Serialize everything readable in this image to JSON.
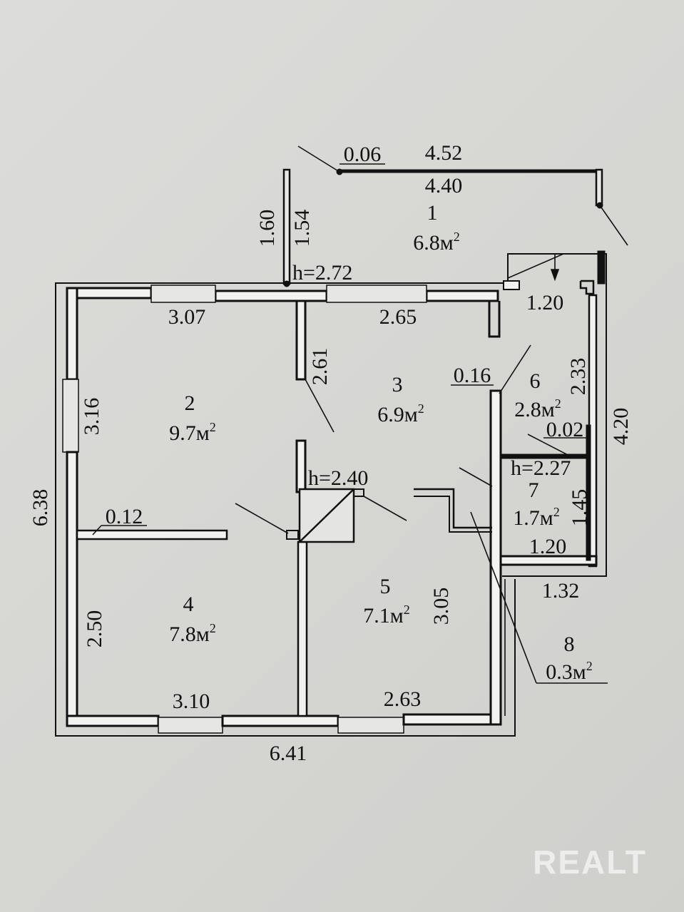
{
  "plan": {
    "rooms": [
      {
        "number": "1",
        "area": "6.8",
        "unit": "м",
        "exp": "2"
      },
      {
        "number": "2",
        "area": "9.7",
        "unit": "м",
        "exp": "2"
      },
      {
        "number": "3",
        "area": "6.9",
        "unit": "м",
        "exp": "2"
      },
      {
        "number": "4",
        "area": "7.8",
        "unit": "м",
        "exp": "2"
      },
      {
        "number": "5",
        "area": "7.1",
        "unit": "м",
        "exp": "2"
      },
      {
        "number": "6",
        "area": "2.8",
        "unit": "м",
        "exp": "2"
      },
      {
        "number": "7",
        "area": "1.7",
        "unit": "м",
        "exp": "2"
      },
      {
        "number": "8",
        "area": "0.3",
        "unit": "м",
        "exp": "2"
      }
    ],
    "dimensions": {
      "d_0_06": "0.06",
      "d_4_52": "4.52",
      "d_4_40": "4.40",
      "d_1_60": "1.60",
      "d_1_54": "1.54",
      "d_3_07": "3.07",
      "d_2_65": "2.65",
      "d_1_20_top": "1.20",
      "d_2_61": "2.61",
      "d_3_16": "3.16",
      "d_0_16": "0.16",
      "d_2_33": "2.33",
      "d_0_02": "0.02",
      "d_4_20": "4.20",
      "d_6_38": "6.38",
      "d_0_12": "0.12",
      "d_1_45": "1.45",
      "d_1_20_bottom": "1.20",
      "d_1_32": "1.32",
      "d_3_05": "3.05",
      "d_2_50": "2.50",
      "d_3_10": "3.10",
      "d_2_63": "2.63",
      "d_6_41": "6.41"
    },
    "heights": {
      "h_veranda": "h=2.72",
      "h_stove": "h=2.40",
      "h_bath": "h=2.27"
    }
  },
  "watermark": {
    "text": "REALT"
  }
}
